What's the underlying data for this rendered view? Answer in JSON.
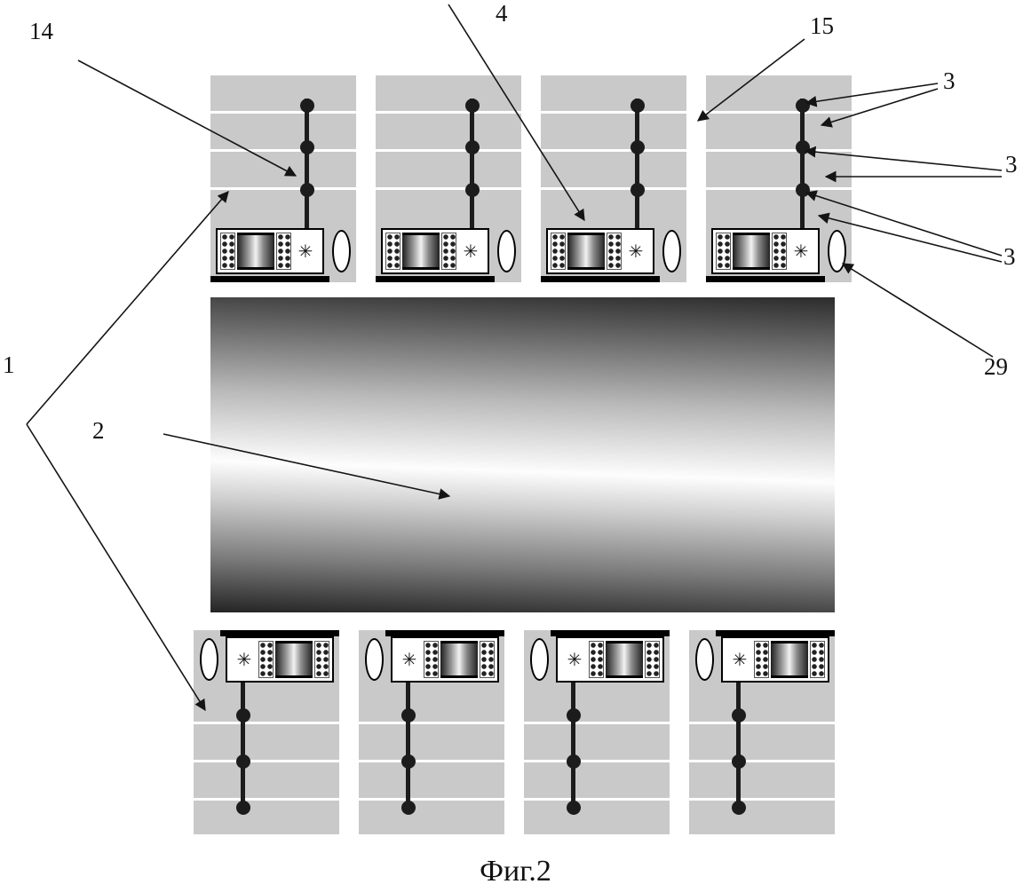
{
  "caption": "Фиг.2",
  "labels": {
    "n1": "1",
    "n2": "2",
    "n3a": "3",
    "n3b": "3",
    "n3c": "3",
    "n4": "4",
    "n14": "14",
    "n15": "15",
    "n29": "29"
  },
  "icons": {
    "gear": "✳"
  },
  "colors": {
    "section_gray": "#c9c9c9",
    "ink": "#141414",
    "billet_dark": "#2c2c2c",
    "billet_light": "#fdfdfd",
    "paper": "#ffffff"
  }
}
